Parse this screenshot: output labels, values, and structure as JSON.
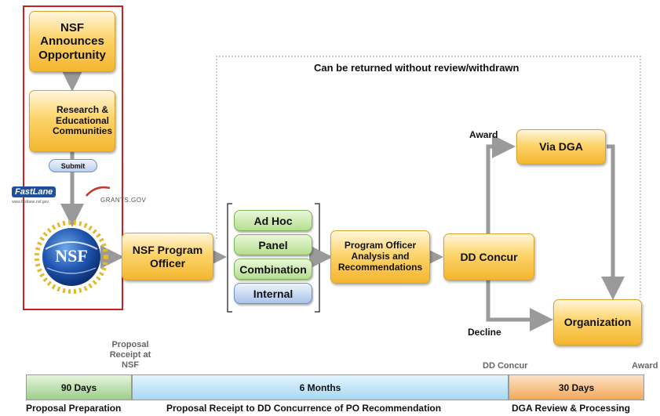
{
  "boxes": {
    "announces": "NSF Announces Opportunity",
    "communities": "Research & Educational Communities",
    "submit": "Submit",
    "program_officer": "NSF Program Officer",
    "analysis": "Program Officer Analysis and Recommendations",
    "dd_concur": "DD Concur",
    "via_dga": "Via DGA",
    "organization": "Organization"
  },
  "review_types": [
    "Ad Hoc",
    "Panel",
    "Combination",
    "Internal"
  ],
  "logos": {
    "fastlane": "FastLane",
    "fastlane_tagline": "www.fastlane.nsf.gov",
    "grants_gov": "GRANTS.GOV",
    "nsf": "NSF"
  },
  "labels": {
    "returned": "Can be returned without review/withdrawn",
    "award": "Award",
    "decline": "Decline",
    "proposal_receipt": "Proposal Receipt at NSF",
    "dd_concur_timeline": "DD Concur",
    "award_timeline": "Award"
  },
  "timeline": {
    "segments": [
      {
        "label": "90 Days",
        "caption": "Proposal Preparation",
        "color": "#9ccf8a"
      },
      {
        "label": "6 Months",
        "caption": "Proposal Receipt to DD Concurrence of PO Recommendation",
        "color": "#a6d8f2"
      },
      {
        "label": "30 Days",
        "caption": "DGA Review & Processing",
        "color": "#f3a85a"
      }
    ]
  },
  "colors": {
    "highlight_border": "#cc1f1f",
    "arrow": "#9a9a9a",
    "box_fill": "#fcd46a"
  }
}
